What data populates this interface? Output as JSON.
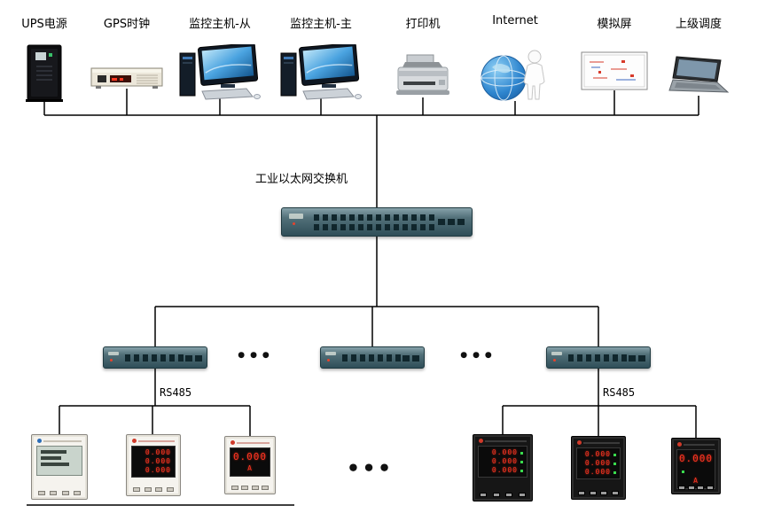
{
  "devices": [
    {
      "name": "ups",
      "label": "UPS电源"
    },
    {
      "name": "gps-clock",
      "label": "GPS时钟"
    },
    {
      "name": "monitor-host-slave",
      "label": "监控主机-从"
    },
    {
      "name": "monitor-host-master",
      "label": "监控主机-主"
    },
    {
      "name": "printer",
      "label": "打印机"
    },
    {
      "name": "internet",
      "label": "Internet"
    },
    {
      "name": "mimic-screen",
      "label": "模拟屏"
    },
    {
      "name": "superior-dispatch",
      "label": "上级调度"
    }
  ],
  "main_switch_label": "工业以太网交换机",
  "rs485_left": "RS485",
  "rs485_right": "RS485",
  "ellipsis_left": "●●●",
  "ellipsis_right": "●●●",
  "ellipsis_bottom": "●●●",
  "meters": {
    "left": [
      {
        "type": "lcd-multifunction-meter"
      },
      {
        "type": "led-multifunction-meter",
        "rows": [
          "0.000",
          "0.000",
          "0.000"
        ]
      },
      {
        "type": "led-ammeter",
        "value": "0.000",
        "unit": "A"
      }
    ],
    "right": [
      {
        "type": "led-multifunction-meter",
        "rows": [
          "0.000",
          "0.000",
          "0.000"
        ]
      },
      {
        "type": "led-multifunction-meter",
        "rows": [
          "0.000",
          "0.000",
          "0.000"
        ]
      },
      {
        "type": "led-ammeter",
        "value": "0.000",
        "unit": "A"
      }
    ]
  },
  "colors": {
    "line_black": "#000000",
    "switch_teal": "#4e6e78",
    "led_red": "#ff3322",
    "globe_blue": "#2f86cf"
  }
}
